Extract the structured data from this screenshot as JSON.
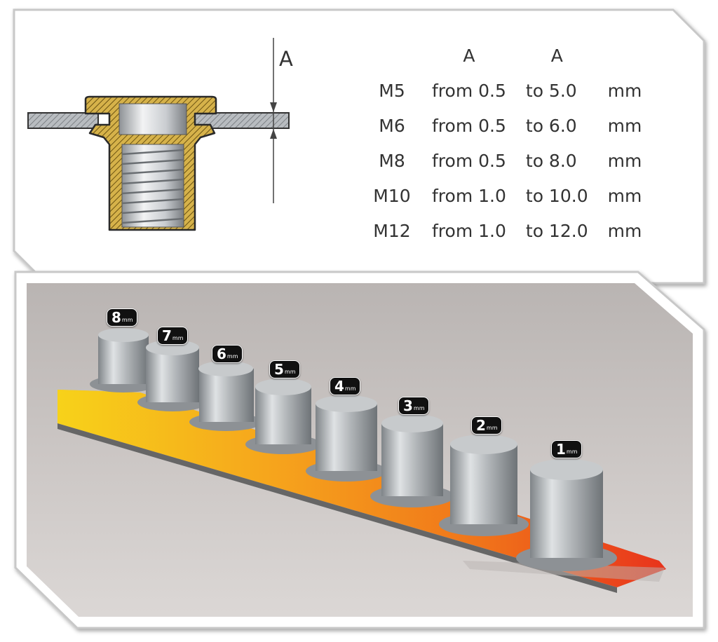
{
  "diagram": {
    "dimension_label": "A"
  },
  "table": {
    "headers": [
      "",
      "A",
      "A",
      ""
    ],
    "rows": [
      {
        "size": "M5",
        "from": "from 0.5",
        "to": "to 5.0",
        "unit": "mm"
      },
      {
        "size": "M6",
        "from": "from 0.5",
        "to": "to 6.0",
        "unit": "mm"
      },
      {
        "size": "M8",
        "from": "from 0.5",
        "to": "to 8.0",
        "unit": "mm"
      },
      {
        "size": "M10",
        "from": "from 1.0",
        "to": "to 10.0",
        "unit": "mm"
      },
      {
        "size": "M12",
        "from": "from 1.0",
        "to": "to 12.0",
        "unit": "mm"
      }
    ]
  },
  "photo": {
    "badges": [
      {
        "num": "8",
        "unit": "mm"
      },
      {
        "num": "7",
        "unit": "mm"
      },
      {
        "num": "6",
        "unit": "mm"
      },
      {
        "num": "5",
        "unit": "mm"
      },
      {
        "num": "4",
        "unit": "mm"
      },
      {
        "num": "3",
        "unit": "mm"
      },
      {
        "num": "2",
        "unit": "mm"
      },
      {
        "num": "1",
        "unit": "mm"
      }
    ]
  },
  "colors": {
    "panel_border": "#b0b0b0",
    "brass": "#c8a03a",
    "sheet_gray": "#8a8e92",
    "strip_yellow": "#f7d21a",
    "strip_orange": "#f39a1a",
    "strip_red": "#e8331c"
  }
}
